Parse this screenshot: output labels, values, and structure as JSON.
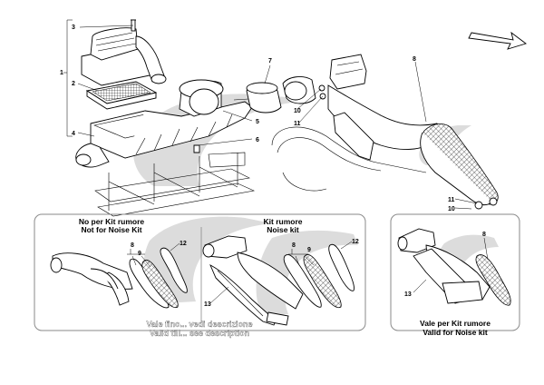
{
  "callouts": {
    "c1": "1",
    "c2": "2",
    "c3": "3",
    "c4": "4",
    "c5": "5",
    "c6": "6",
    "c7": "7",
    "c8": "8",
    "c9": "9",
    "c10": "10",
    "c11": "11",
    "c12": "12",
    "c13": "13"
  },
  "panels": {
    "left": {
      "line1": "No per Kit rumore",
      "line2": "Not for Noise Kit"
    },
    "middle": {
      "line1": "Kit rumore",
      "line2": "Noise kit"
    },
    "right": {
      "line1": "Vale per Kit rumore",
      "line2": "Valid for Noise kit"
    }
  },
  "validity_note": {
    "line1": "Vale fino... vedi descrizione",
    "line2": "Valid till... see description"
  },
  "colors": {
    "watermark": "#dcdcdc",
    "panel_border": "#8a8a8a",
    "line": "#000000"
  },
  "icons": {
    "direction": "direction-arrow-icon"
  }
}
